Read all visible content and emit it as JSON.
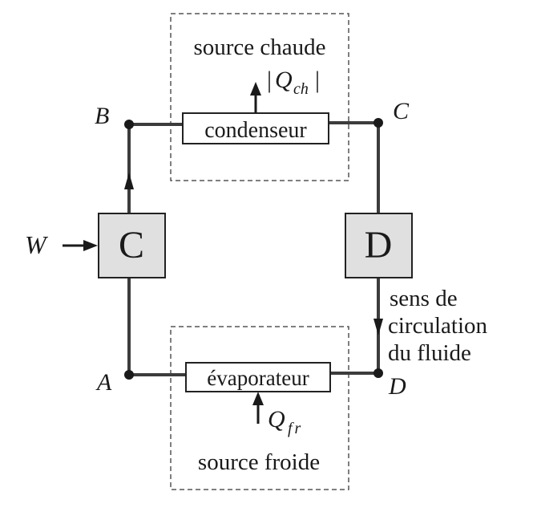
{
  "hot_source": {
    "label": "source chaude",
    "heat_bar": "|",
    "heat_symbol": "Q",
    "heat_subscript": "ch"
  },
  "cold_source": {
    "label": "source froide",
    "heat_symbol": "Q",
    "heat_subscript": "fr"
  },
  "components": {
    "condenser": "condenseur",
    "evaporator": "évaporateur",
    "compressor": "C",
    "expander": "D"
  },
  "points": {
    "A": "A",
    "B": "B",
    "C": "C",
    "D": "D"
  },
  "work": {
    "symbol": "W"
  },
  "flow_direction": {
    "line1": "sens de",
    "line2": "circulation",
    "line3": "du fluide"
  }
}
